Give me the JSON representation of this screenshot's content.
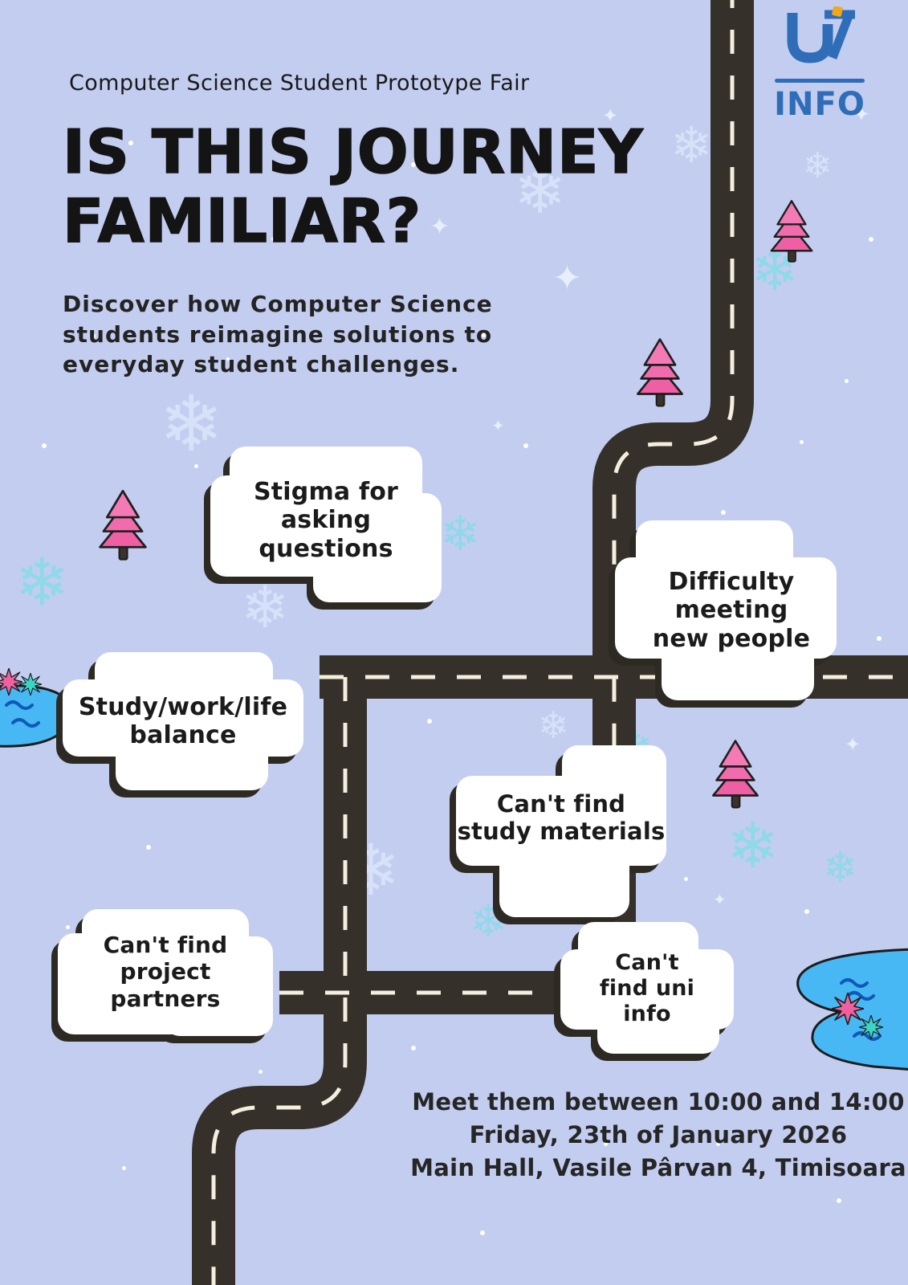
{
  "colors": {
    "background": "#c3cdf0",
    "road": "#35302a",
    "road_dash": "#f3eede",
    "bubble": "#ffffff",
    "bubble_shadow": "#2d2923",
    "text_dark": "#1b1b1b",
    "logo_blue": "#2f6db8",
    "logo_orange": "#f2a71b",
    "tree_pink": "#f0609f",
    "water_blue": "#47b8f3",
    "water_line": "#0e5ab8",
    "flake_teal": "#8fd9ea",
    "flake_light": "#d7e2f8"
  },
  "icons": {
    "snowflake": "❄",
    "sparkle": "✦"
  },
  "header": {
    "eyebrow": "Computer Science Student Prototype Fair",
    "title_line1": "IS THIS JOURNEY",
    "title_line2": "FAMILIAR?",
    "description_line1": "Discover how Computer Science",
    "description_line2": "students reimagine solutions to",
    "description_line3": "everyday student challenges."
  },
  "logo": {
    "wordmark": "INFO"
  },
  "bubbles": [
    {
      "id": "stigma",
      "lines": [
        "Stigma for",
        "asking",
        "questions"
      ]
    },
    {
      "id": "difficulty",
      "lines": [
        "Difficulty",
        "meeting",
        "new people"
      ]
    },
    {
      "id": "balance",
      "lines": [
        "Study/work/life",
        "balance"
      ]
    },
    {
      "id": "materials",
      "lines": [
        "Can't find",
        "study materials"
      ]
    },
    {
      "id": "partners",
      "lines": [
        "Can't find",
        "project",
        "partners"
      ]
    },
    {
      "id": "uniinfo",
      "lines": [
        "Can't",
        "find uni",
        "info"
      ]
    }
  ],
  "footer": {
    "line1": "Meet them between 10:00 and 14:00",
    "line2": "Friday, 23th of January 2026",
    "line3": "Main Hall, Vasile Pârvan 4, Timisoara"
  }
}
